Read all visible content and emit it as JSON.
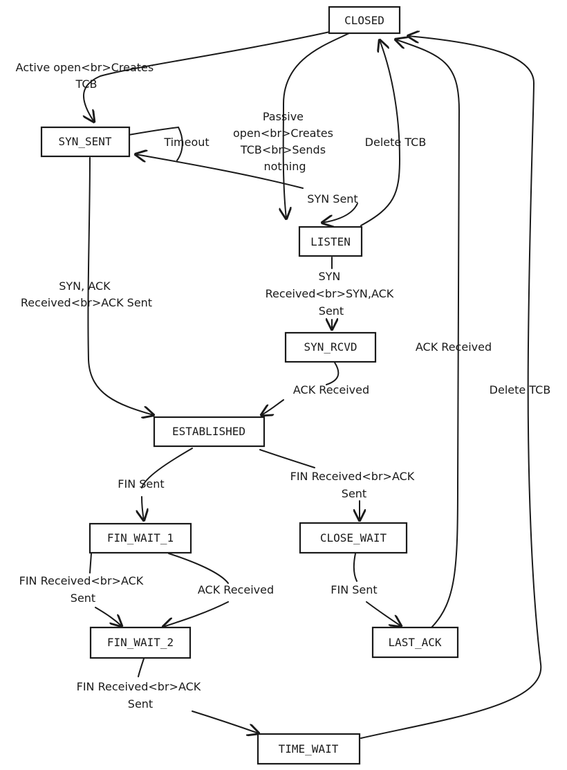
{
  "nodes": {
    "closed": "CLOSED",
    "syn_sent": "SYN_SENT",
    "listen": "LISTEN",
    "syn_rcvd": "SYN_RCVD",
    "established": "ESTABLISHED",
    "fin_wait_1": "FIN_WAIT_1",
    "close_wait": "CLOSE_WAIT",
    "fin_wait_2": "FIN_WAIT_2",
    "last_ack": "LAST_ACK",
    "time_wait": "TIME_WAIT"
  },
  "edges": {
    "active_open": [
      "Active open<br>Creates",
      "TCB"
    ],
    "passive_open": [
      "Passive",
      "open<br>Creates",
      "TCB<br>Sends",
      "nothing"
    ],
    "delete_tcb_listen": [
      "Delete TCB"
    ],
    "timeout": [
      "Timeout"
    ],
    "syn_sent_from_listen": [
      "SYN Sent"
    ],
    "syn_ack_received": [
      "SYN, ACK",
      "Received<br>ACK Sent"
    ],
    "syn_received": [
      "SYN",
      "Received<br>SYN,ACK",
      "Sent"
    ],
    "ack_received_synrcvd": [
      "ACK Received"
    ],
    "ack_received_lastack": [
      "ACK Received"
    ],
    "delete_tcb_timewait": [
      "Delete TCB"
    ],
    "fin_sent_established": [
      "FIN Sent"
    ],
    "fin_received_established": [
      "FIN Received<br>ACK",
      "Sent"
    ],
    "fin_received_finwait1": [
      "FIN Received<br>ACK",
      "Sent"
    ],
    "ack_received_finwait1": [
      "ACK Received"
    ],
    "fin_sent_closewait": [
      "FIN Sent"
    ],
    "fin_received_finwait2": [
      "FIN Received<br>ACK",
      "Sent"
    ]
  }
}
